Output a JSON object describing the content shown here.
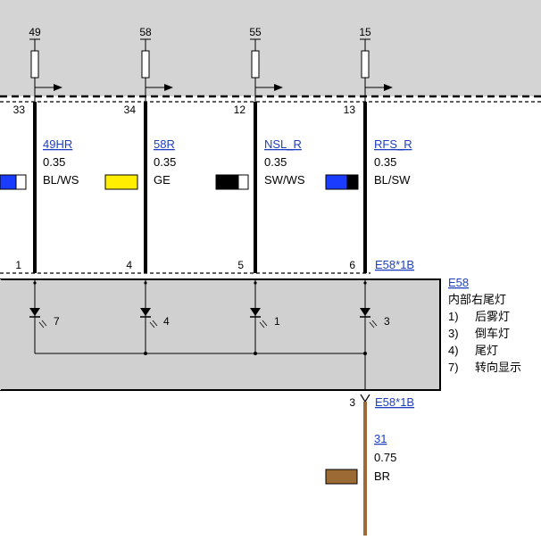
{
  "colors": {
    "control_module_fill": "#d4d4d4",
    "lamp_box_fill": "#d0d0d0",
    "blue": "#1a3cff",
    "yellow": "#ffee00",
    "black": "#000000",
    "white": "#ffffff",
    "brown": "#9b6a35",
    "link": "#1f3fbf"
  },
  "top_pins": [
    {
      "label": "49",
      "pin": "33"
    },
    {
      "label": "58",
      "pin": "34"
    },
    {
      "label": "55",
      "pin": "12"
    },
    {
      "label": "15",
      "pin": "13"
    }
  ],
  "wires": [
    {
      "name": "49HR",
      "gauge": "0.35",
      "color": "BL/WS",
      "swatch_main": "#1a3cff",
      "swatch_tail": "#ffffff",
      "bottom_pin": "1"
    },
    {
      "name": "58R",
      "gauge": "0.35",
      "color": "GE",
      "swatch_main": "#ffee00",
      "swatch_tail": "#ffee00",
      "bottom_pin": "4"
    },
    {
      "name": "NSL_R",
      "gauge": "0.35",
      "color": "SW/WS",
      "swatch_main": "#000000",
      "swatch_tail": "#ffffff",
      "bottom_pin": "5"
    },
    {
      "name": "RFS_R",
      "gauge": "0.35",
      "color": "BL/SW",
      "swatch_main": "#1a3cff",
      "swatch_tail": "#000000",
      "bottom_pin": "6"
    }
  ],
  "connector_top": "E58*1B",
  "component": {
    "id": "E58",
    "title": "内部右尾灯",
    "legend": [
      {
        "num": "1)",
        "text": "后雾灯"
      },
      {
        "num": "3)",
        "text": "倒车灯"
      },
      {
        "num": "4)",
        "text": "尾灯"
      },
      {
        "num": "7)",
        "text": "转向显示"
      }
    ]
  },
  "lamps": [
    "7",
    "4",
    "1",
    "3"
  ],
  "ground": {
    "pin": "3",
    "connector": "E58*1B",
    "name": "31",
    "gauge": "0.75",
    "color": "BR"
  }
}
